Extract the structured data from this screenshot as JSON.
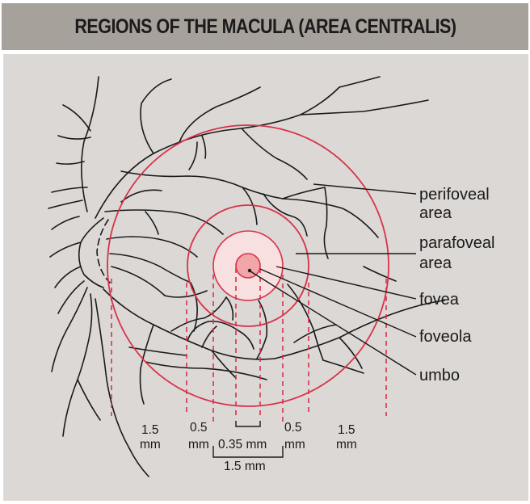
{
  "header": {
    "title": "REGIONS OF THE MACULA (AREA CENTRALIS)"
  },
  "colors": {
    "header_bg": "#a7a19c",
    "panel_bg": "#dcd8d5",
    "ring": "#d8324a",
    "fovea_fill": "#f8dfe0",
    "foveola_fill": "#f2a6a8",
    "vessel": "#1a1a1a"
  },
  "labels": {
    "perifoveal_1": "perifoveal",
    "perifoveal_2": "area",
    "parafoveal_1": "parafoveal",
    "parafoveal_2": "area",
    "fovea": "fovea",
    "foveola": "foveola",
    "umbo": "umbo"
  },
  "dimensions": {
    "left_outer_value": "1.5",
    "left_outer_unit": "mm",
    "left_inner_value": "0.5",
    "left_inner_unit": "mm",
    "center_value": "0.35 mm",
    "right_inner_value": "0.5",
    "right_inner_unit": "mm",
    "right_outer_value": "1.5",
    "right_outer_unit": "mm",
    "fovea_total": "1.5 mm"
  }
}
